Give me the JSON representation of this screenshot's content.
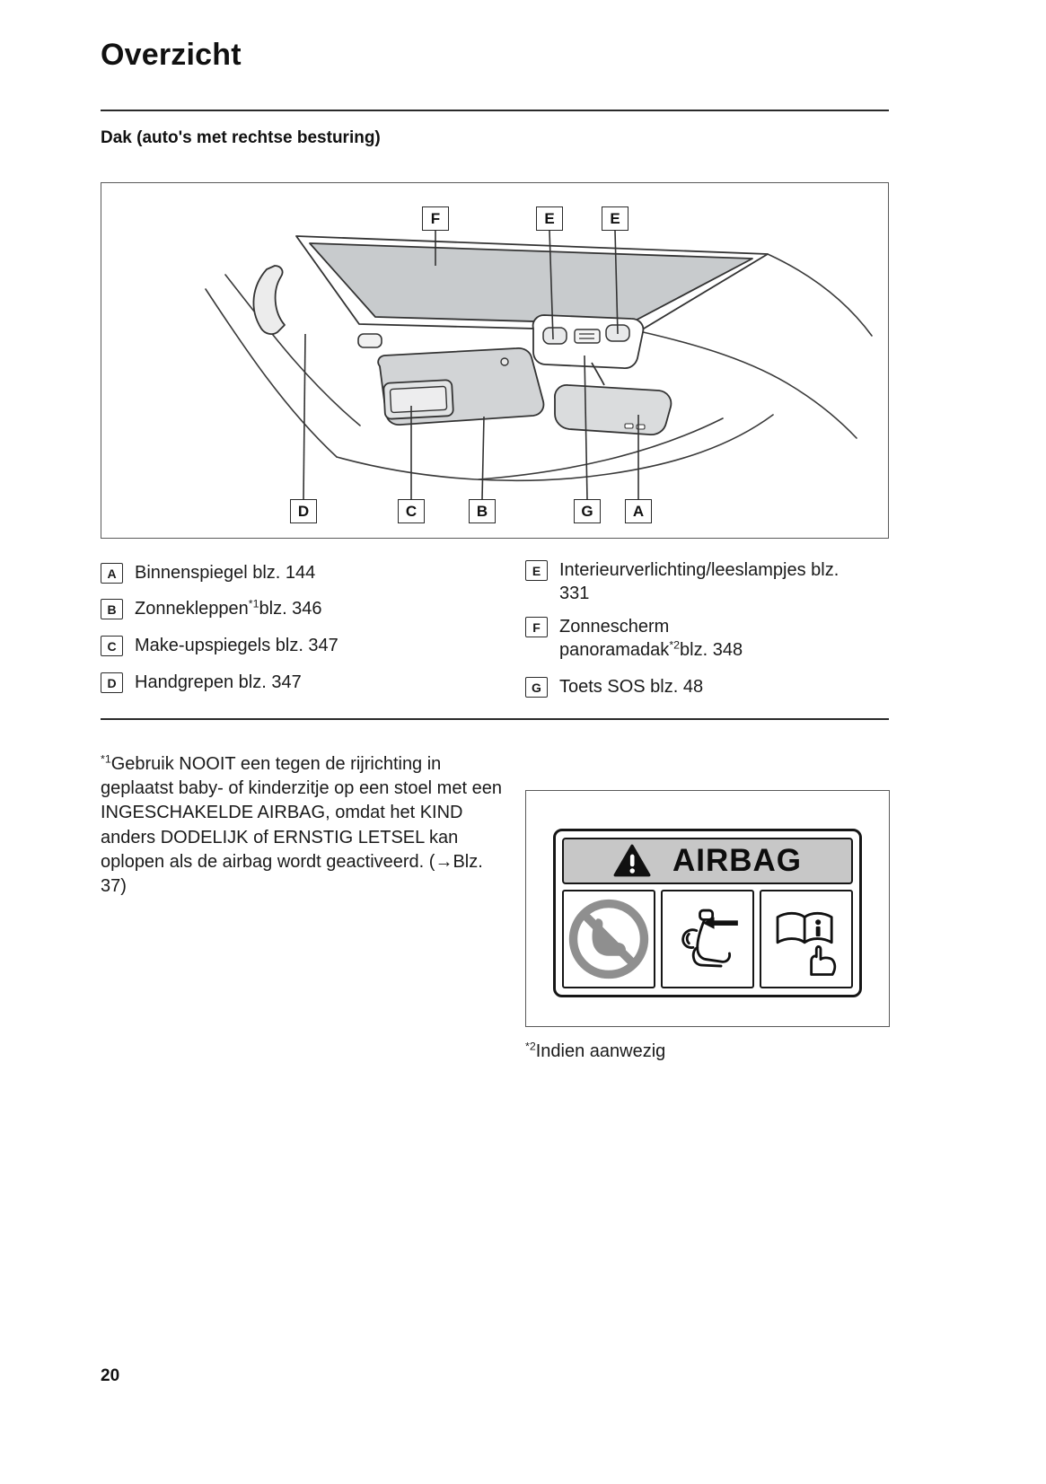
{
  "page": {
    "title": "Overzicht",
    "section_heading": "Dak (auto's met rechtse besturing)",
    "page_number": "20"
  },
  "diagram": {
    "callouts": {
      "f": "F",
      "e1": "E",
      "e2": "E",
      "d": "D",
      "c": "C",
      "b": "B",
      "g": "G",
      "a": "A"
    }
  },
  "legend": {
    "left": [
      {
        "key": "A",
        "pre": "Binnenspiegel blz. 144",
        "sup": "",
        "post": ""
      },
      {
        "key": "B",
        "pre": "Zonnekleppen",
        "sup": "*1",
        "post": "blz. 346"
      },
      {
        "key": "C",
        "pre": "Make-upspiegels blz. 347",
        "sup": "",
        "post": ""
      },
      {
        "key": "D",
        "pre": "Handgrepen blz. 347",
        "sup": "",
        "post": ""
      }
    ],
    "right": [
      {
        "key": "E",
        "pre": "Interieurverlichting/leeslampjes blz. 331",
        "sup": "",
        "post": ""
      },
      {
        "key": "F",
        "pre": "Zonnescherm panoramadak",
        "sup": "*2",
        "post": "blz. 348"
      },
      {
        "key": "G",
        "pre": "Toets SOS blz. 48",
        "sup": "",
        "post": ""
      }
    ]
  },
  "footnotes": {
    "note1": {
      "sup": "*1",
      "text": "Gebruik NOOIT een tegen de rijrichting in geplaatst baby- of kinderzitje op een stoel met een INGESCHAKELDE AIRBAG, omdat het KIND anders DODELIJK of ERNSTIG LETSEL kan oplopen als de airbag wordt geactiveerd. (→Blz. 37)"
    },
    "note2": {
      "sup": "*2",
      "text": "Indien aanwezig"
    }
  },
  "airbag_label": {
    "title": "AIRBAG"
  },
  "colors": {
    "text": "#1a1a1a",
    "roof_glass": "#c8cbcd",
    "label_header_gray": "#c7c7c7",
    "line": "#333333"
  }
}
